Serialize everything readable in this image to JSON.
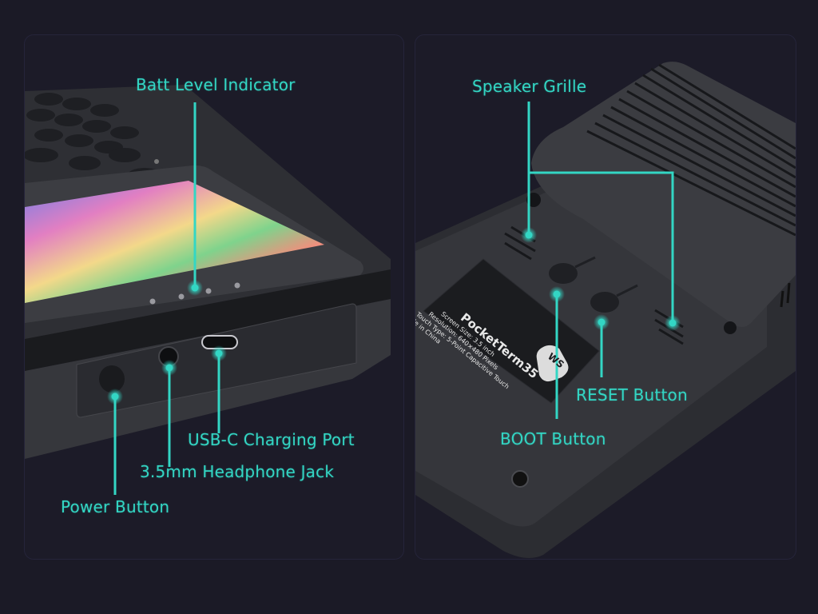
{
  "colors": {
    "background": "#1b1a26",
    "panel": "#1c1b28",
    "accent": "#33d6c4",
    "device_body": "#3a3b40",
    "device_dark": "#232428"
  },
  "left_panel": {
    "view": "front-bottom edge of handheld terminal with keyboard and color screen",
    "callouts": {
      "batt_level": "Batt Level Indicator",
      "usb_c": "USB-C Charging Port",
      "headphone": "3.5mm Headphone Jack",
      "power": "Power Button"
    }
  },
  "right_panel": {
    "view": "underside of handheld terminal",
    "callouts": {
      "speaker": "Speaker Grille",
      "reset": "RESET Button",
      "boot": "BOOT Button"
    },
    "label_sticker": {
      "title": "PocketTerm35",
      "lines": [
        "Screen Size: 3.5 inch",
        "Resolution: 640×480 Pixels",
        "Touch Type: 5-Point Capacitive Touch",
        "Made in China"
      ],
      "logo": "WS"
    }
  }
}
